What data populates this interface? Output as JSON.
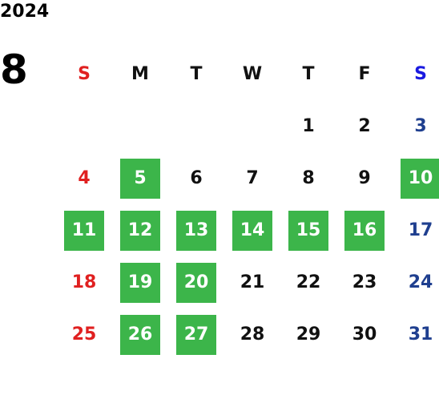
{
  "year": "2024",
  "month": "8",
  "colors": {
    "highlight": "#3cb54a",
    "sunday": "#e02020",
    "saturday": "#1f3f8f",
    "saturday_header": "#1a1ae0"
  },
  "weekdays": [
    "S",
    "M",
    "T",
    "W",
    "T",
    "F",
    "S"
  ],
  "weeks": [
    [
      "",
      "",
      "",
      "",
      "1",
      "2",
      "3"
    ],
    [
      "4",
      "5",
      "6",
      "7",
      "8",
      "9",
      "10"
    ],
    [
      "11",
      "12",
      "13",
      "14",
      "15",
      "16",
      "17"
    ],
    [
      "18",
      "19",
      "20",
      "21",
      "22",
      "23",
      "24"
    ],
    [
      "25",
      "26",
      "27",
      "28",
      "29",
      "30",
      "31"
    ]
  ],
  "highlighted_days": [
    "5",
    "10",
    "11",
    "12",
    "13",
    "14",
    "15",
    "16",
    "19",
    "20",
    "26",
    "27"
  ]
}
